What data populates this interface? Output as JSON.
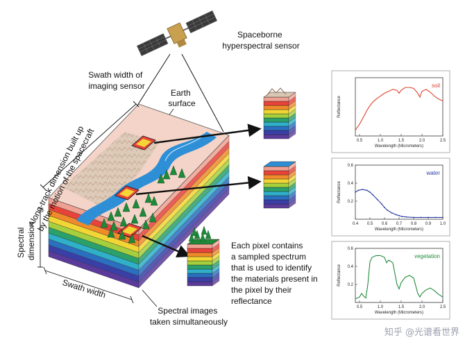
{
  "labels": {
    "sensor": [
      "Spaceborne",
      "hyperspectral sensor"
    ],
    "swath_width_imaging": [
      "Swath width of",
      "imaging sensor"
    ],
    "earth_surface": [
      "Earth",
      "surface"
    ],
    "along_track": [
      "Along-track dimension built up",
      "by the motion of the spacecraft"
    ],
    "spectral_dimension": [
      "Spectral",
      "dimension"
    ],
    "swath_width": "Swath width",
    "spectral_images": [
      "Spectral  images",
      "taken simultaneously"
    ],
    "pixel_note": [
      "Each pixel contains",
      "a sampled spectrum",
      "that is used to identify",
      "the materials present in",
      "the pixel by their",
      "reflectance"
    ]
  },
  "watermark": "知乎 @光谱看世界",
  "colors": {
    "soil": "#d9412b",
    "water": "#2b3aa0",
    "vegetation": "#1f8a3a",
    "river": "#2e8fd6",
    "layers": [
      "#f0a090",
      "#e8433a",
      "#f08a2a",
      "#f2d635",
      "#a5cf3c",
      "#2aa06a",
      "#2fb0c8",
      "#2a6fc0",
      "#3a3fa8",
      "#5a3a9a"
    ]
  },
  "chart_data": [
    {
      "type": "line",
      "title": "soil",
      "xlabel": "Wavelength (Micrometers)",
      "ylabel": "Reflectance",
      "xlim": [
        0.4,
        2.5
      ],
      "ylim": [
        0,
        0.6
      ],
      "xticks": [
        "0.5",
        "1.0",
        "1.5",
        "2.0",
        "2.5"
      ],
      "yticks": [],
      "x": [
        0.4,
        0.5,
        0.6,
        0.7,
        0.8,
        0.9,
        1.0,
        1.1,
        1.2,
        1.3,
        1.4,
        1.45,
        1.5,
        1.6,
        1.7,
        1.8,
        1.9,
        1.95,
        2.0,
        2.1,
        2.2,
        2.3,
        2.4,
        2.5
      ],
      "y": [
        0.06,
        0.12,
        0.2,
        0.28,
        0.34,
        0.38,
        0.41,
        0.44,
        0.46,
        0.48,
        0.47,
        0.44,
        0.47,
        0.5,
        0.5,
        0.49,
        0.44,
        0.4,
        0.46,
        0.48,
        0.45,
        0.41,
        0.38,
        0.36
      ]
    },
    {
      "type": "line",
      "title": "water",
      "xlabel": "Wavelength (Micrometers)",
      "ylabel": "Reflectance",
      "xlim": [
        0.4,
        1.0
      ],
      "ylim": [
        0,
        0.6
      ],
      "xticks": [
        "0.4",
        "0.5",
        "0.6",
        "0.7",
        "0.8",
        "0.9",
        "1.0"
      ],
      "yticks": [
        "0.2",
        "0.4",
        "0.6"
      ],
      "x": [
        0.4,
        0.42,
        0.45,
        0.48,
        0.5,
        0.52,
        0.55,
        0.58,
        0.6,
        0.62,
        0.65,
        0.68,
        0.7,
        0.72,
        0.75,
        0.8,
        0.85,
        0.9,
        0.95,
        1.0
      ],
      "y": [
        0.3,
        0.32,
        0.33,
        0.32,
        0.3,
        0.27,
        0.22,
        0.17,
        0.13,
        0.1,
        0.07,
        0.05,
        0.04,
        0.03,
        0.025,
        0.02,
        0.02,
        0.02,
        0.02,
        0.02
      ]
    },
    {
      "type": "line",
      "title": "vegetation",
      "xlabel": "Wavelength (Micrometers)",
      "ylabel": "Reflectance",
      "xlim": [
        0.4,
        2.5
      ],
      "ylim": [
        0,
        0.6
      ],
      "xticks": [
        "0.5",
        "1.0",
        "1.5",
        "2.0",
        "2.5"
      ],
      "yticks": [
        "0.2",
        "0.4",
        "0.6"
      ],
      "x": [
        0.4,
        0.5,
        0.55,
        0.6,
        0.65,
        0.7,
        0.75,
        0.8,
        0.9,
        1.0,
        1.1,
        1.15,
        1.2,
        1.3,
        1.4,
        1.45,
        1.5,
        1.6,
        1.7,
        1.8,
        1.9,
        1.95,
        2.0,
        2.1,
        2.2,
        2.3,
        2.4,
        2.5
      ],
      "y": [
        0.04,
        0.06,
        0.1,
        0.07,
        0.05,
        0.2,
        0.45,
        0.5,
        0.52,
        0.52,
        0.5,
        0.44,
        0.47,
        0.44,
        0.2,
        0.15,
        0.22,
        0.28,
        0.3,
        0.27,
        0.1,
        0.06,
        0.1,
        0.14,
        0.16,
        0.13,
        0.09,
        0.06
      ]
    }
  ]
}
